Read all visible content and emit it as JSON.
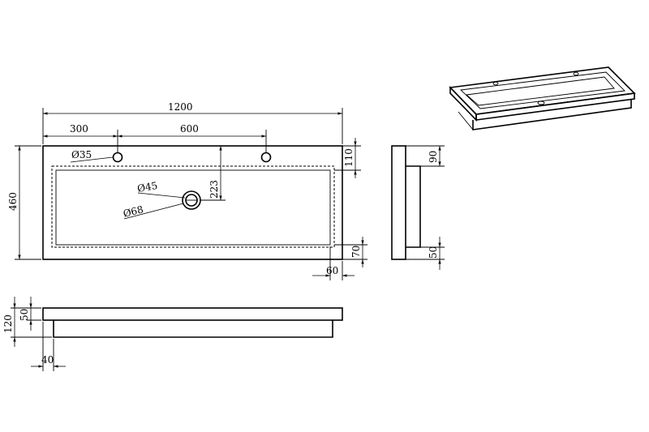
{
  "drawing": {
    "plan": {
      "width": "1200",
      "tap_offset": "300",
      "tap_spacing": "600",
      "depth": "460",
      "tap_hole": "Ø35",
      "drain_hole": "Ø45",
      "drain_ring": "Ø68",
      "drain_distance": "223",
      "tap_distance": "110",
      "rim_side": "60",
      "rim_front": "70"
    },
    "side": {
      "top_height": "90",
      "bottom_height": "50"
    },
    "front": {
      "total_height": "120",
      "slab_height": "50",
      "rim": "40"
    }
  }
}
